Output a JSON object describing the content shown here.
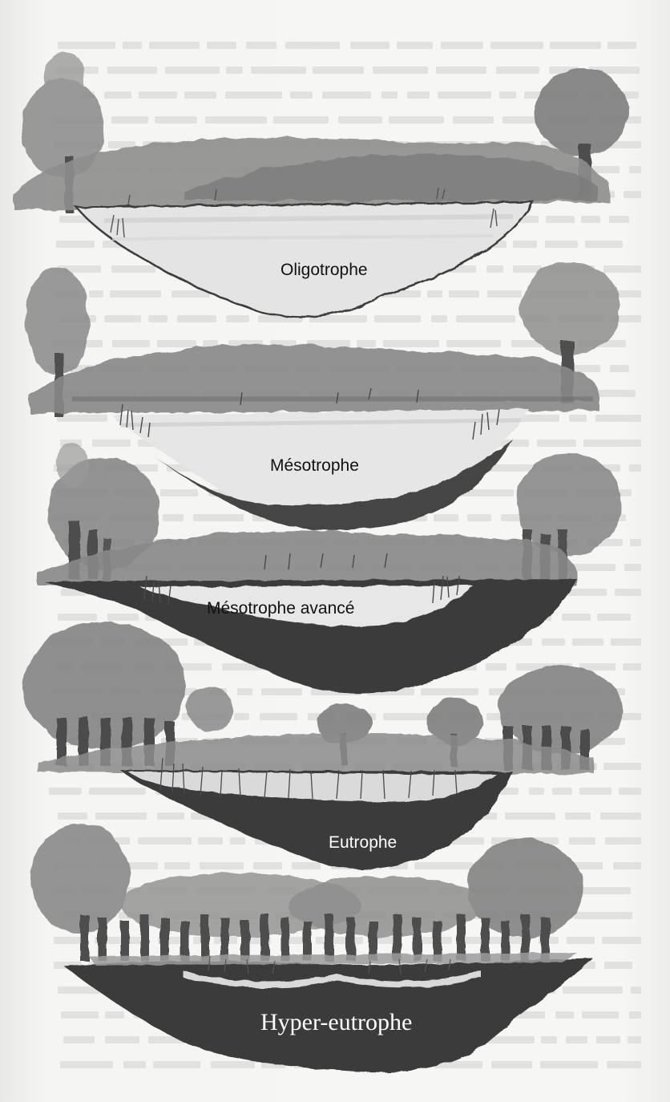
{
  "stages": [
    {
      "label": "Oligotrophe"
    },
    {
      "label": "Mésotrophe"
    },
    {
      "label": "Mésotrophe avancé"
    },
    {
      "label": "Eutrophe"
    },
    {
      "label": "Hyper-eutrophe"
    }
  ],
  "colors": {
    "paper": "#f5f5f3",
    "hill": "#8d8d8d",
    "tree": "#7f7f7f",
    "trunk": "#555555",
    "water": "#e2e2e2",
    "sediment": "#3c3c3c"
  }
}
